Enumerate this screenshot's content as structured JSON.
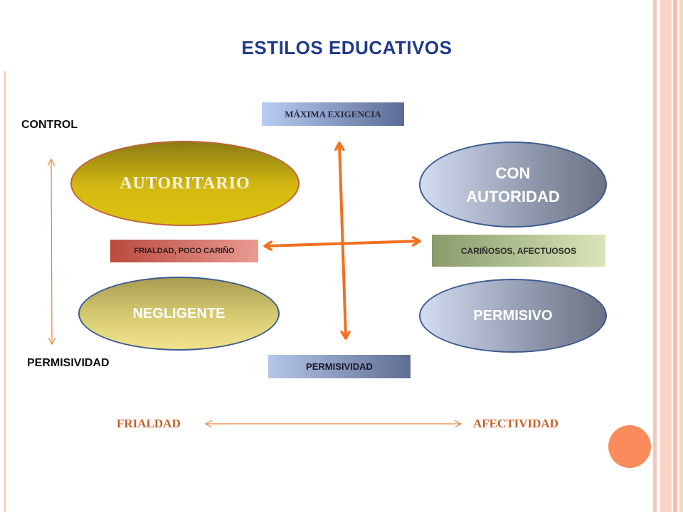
{
  "title": "ESTILOS EDUCATIVOS",
  "axis_left": {
    "top_label": "CONTROL",
    "bottom_label": "PERMISIVIDAD"
  },
  "axis_bottom": {
    "left_label": "FRIALDAD",
    "right_label": "AFECTIVIDAD"
  },
  "boxes": {
    "top": "MÁXIMA EXIGENCIA",
    "left": "FRIALDAD, POCO CARIÑO",
    "right": "CARIÑOSOS, AFECTUOSOS",
    "bottom": "PERMISIVIDAD"
  },
  "styles": {
    "autoritario": "AUTORITARIO",
    "con_autoridad_line1": "CON",
    "con_autoridad_line2": "AUTORIDAD",
    "negligente": "NEGLIGENTE",
    "permisivo": "PERMISIVO"
  },
  "colors": {
    "title": "#1f3a8a",
    "cross_arrows": "#f07020",
    "thin_arrows": "#e8853a",
    "accent_dot": "#f98c5a",
    "stripes": "#f4b9a3"
  }
}
